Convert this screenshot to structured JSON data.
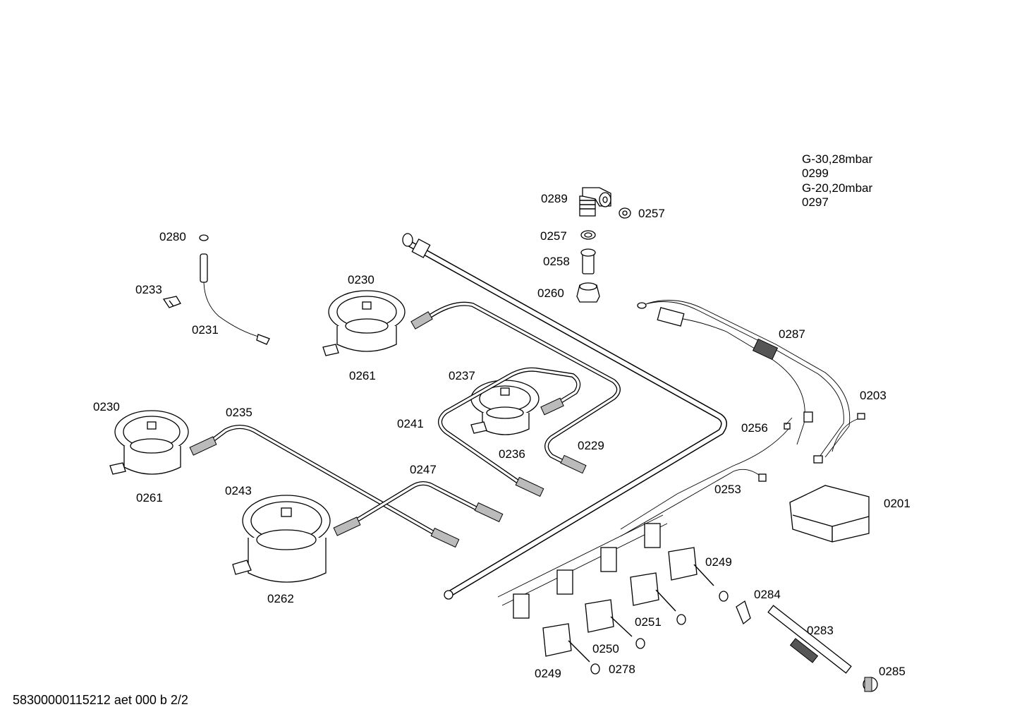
{
  "gas_info": {
    "line1": "G-30,28mbar",
    "line2": "0299",
    "line3": "G-20,20mbar",
    "line4": "0297"
  },
  "labels": {
    "l0289": "0289",
    "l0257a": "0257",
    "l0257b": "0257",
    "l0258": "0258",
    "l0260": "0260",
    "l0280": "0280",
    "l0233": "0233",
    "l0231": "0231",
    "l0230a": "0230",
    "l0261a": "0261",
    "l0237": "0237",
    "l0236": "0236",
    "l0241": "0241",
    "l0229": "0229",
    "l0230b": "0230",
    "l0235": "0235",
    "l0261b": "0261",
    "l0243": "0243",
    "l0247": "0247",
    "l0262": "0262",
    "l0287": "0287",
    "l0203": "0203",
    "l0256": "0256",
    "l0253": "0253",
    "l0201": "0201",
    "l0249a": "0249",
    "l0284": "0284",
    "l0251": "0251",
    "l0283": "0283",
    "l0250": "0250",
    "l0278": "0278",
    "l0249b": "0249",
    "l0285": "0285"
  },
  "footer": "58300000115212 aet 000 b 2/2"
}
